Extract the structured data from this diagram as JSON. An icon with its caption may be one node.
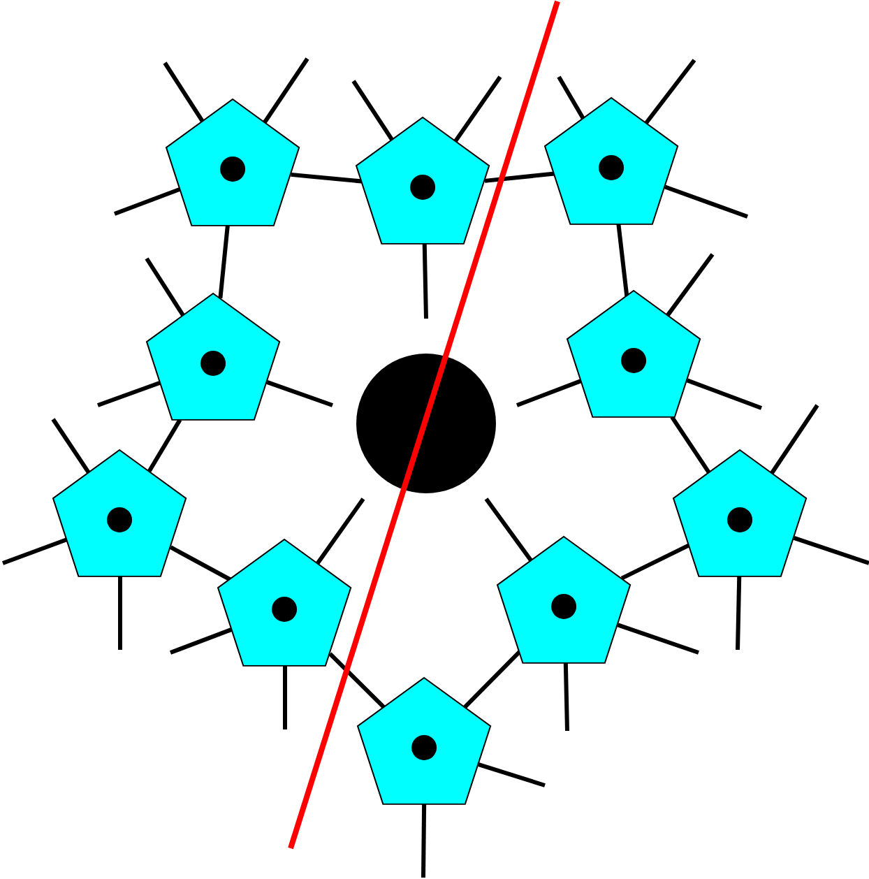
{
  "diagram": {
    "nodes": [
      {
        "text": [],
        "shape": "pentagon"
      },
      {
        "text": [],
        "shape": "pentagon"
      },
      {
        "text": [],
        "shape": "pentagon"
      },
      {
        "text": [],
        "shape": "pentagon"
      },
      {
        "text": [],
        "shape": "pentagon"
      },
      {
        "text": [],
        "shape": "circle"
      },
      {
        "text": [],
        "shape": "pentagon"
      },
      {
        "text": [],
        "shape": "pentagon"
      },
      {
        "text": [],
        "shape": "pentagon"
      },
      {
        "text": [],
        "shape": "pentagon"
      },
      {
        "text": [],
        "shape": "pentagon"
      }
    ],
    "edges": [
      {
        "from": 0,
        "to": 1,
        "arrow": "none"
      },
      {
        "from": 1,
        "to": 2,
        "arrow": "none"
      },
      {
        "from": 0,
        "to": 3,
        "arrow": "none"
      },
      {
        "from": 2,
        "to": 4,
        "arrow": "none"
      },
      {
        "from": 3,
        "to": 6,
        "arrow": "none"
      },
      {
        "from": 4,
        "to": 7,
        "arrow": "none"
      },
      {
        "from": 6,
        "to": 8,
        "arrow": "none"
      },
      {
        "from": 7,
        "to": 9,
        "arrow": "none"
      },
      {
        "from": 8,
        "to": 10,
        "arrow": "none"
      },
      {
        "from": 9,
        "to": 10,
        "arrow": "none"
      },
      {
        "from": 0,
        "to": null,
        "arrow": "none"
      },
      {
        "from": 0,
        "to": null,
        "arrow": "none"
      },
      {
        "from": 0,
        "to": null,
        "arrow": "none"
      },
      {
        "from": 1,
        "to": null,
        "arrow": "none"
      },
      {
        "from": 1,
        "to": null,
        "arrow": "none"
      },
      {
        "from": 1,
        "to": null,
        "arrow": "none"
      },
      {
        "from": 2,
        "to": null,
        "arrow": "none"
      },
      {
        "from": 2,
        "to": null,
        "arrow": "none"
      },
      {
        "from": 2,
        "to": null,
        "arrow": "none"
      },
      {
        "from": 3,
        "to": null,
        "arrow": "none"
      },
      {
        "from": 3,
        "to": null,
        "arrow": "none"
      },
      {
        "from": 3,
        "to": null,
        "arrow": "none"
      },
      {
        "from": 4,
        "to": null,
        "arrow": "none"
      },
      {
        "from": 4,
        "to": null,
        "arrow": "none"
      },
      {
        "from": 4,
        "to": null,
        "arrow": "none"
      },
      {
        "from": 6,
        "to": null,
        "arrow": "none"
      },
      {
        "from": 6,
        "to": null,
        "arrow": "none"
      },
      {
        "from": 6,
        "to": null,
        "arrow": "none"
      },
      {
        "from": 7,
        "to": null,
        "arrow": "none"
      },
      {
        "from": 7,
        "to": null,
        "arrow": "none"
      },
      {
        "from": 7,
        "to": null,
        "arrow": "none"
      },
      {
        "from": 8,
        "to": null,
        "arrow": "none"
      },
      {
        "from": 8,
        "to": null,
        "arrow": "none"
      },
      {
        "from": 8,
        "to": null,
        "arrow": "none"
      },
      {
        "from": 9,
        "to": null,
        "arrow": "none"
      },
      {
        "from": 9,
        "to": null,
        "arrow": "none"
      },
      {
        "from": 9,
        "to": null,
        "arrow": "none"
      },
      {
        "from": 10,
        "to": null,
        "arrow": "none"
      },
      {
        "from": 10,
        "to": null,
        "arrow": "none"
      }
    ]
  }
}
